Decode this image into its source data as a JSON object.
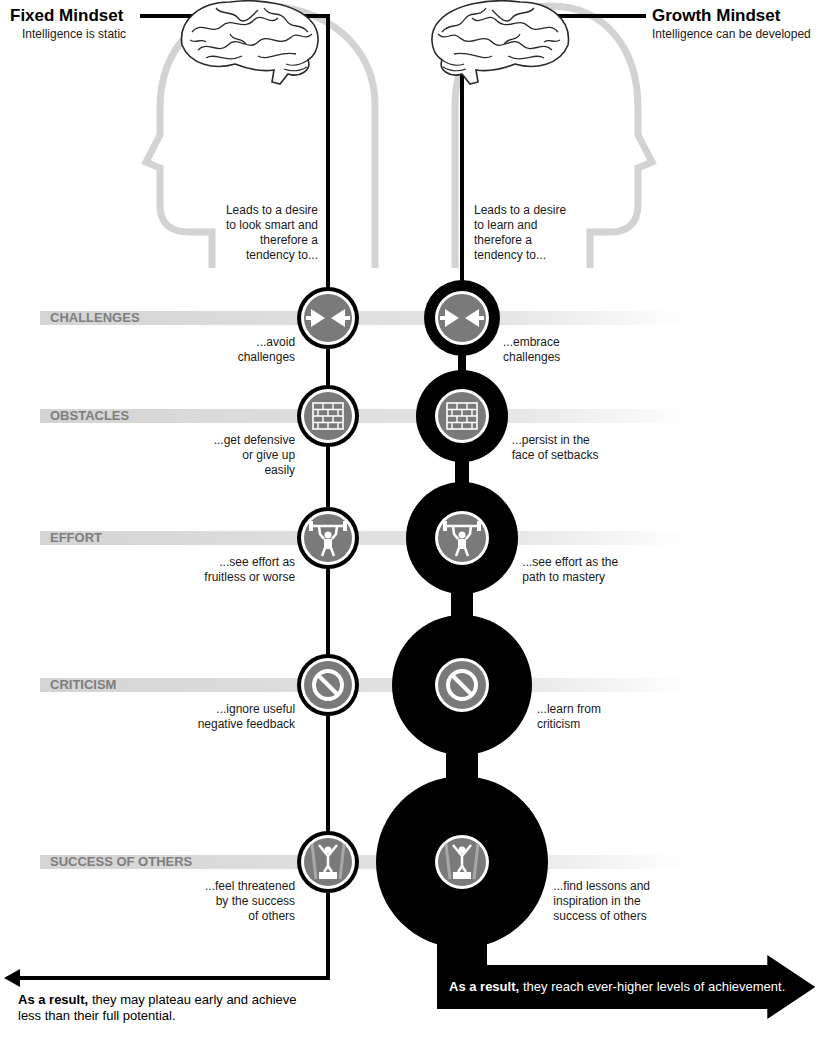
{
  "diagram": {
    "nodes": [
      {
        "text": [
          "As a result,",
          "they reach ever-higher levels of achievement."
        ]
      }
    ],
    "labels": [
      "Fixed Mindset",
      "Intelligence is static",
      "Growth Mindset",
      "Intelligence can be developed",
      "Leads to a desire to look smart and therefore a tendency to...",
      "Leads to a desire to learn and therefore a tendency to...",
      "CHALLENGES",
      "...avoid challenges",
      "...embrace challenges",
      "OBSTACLES",
      "...get defensive or give up easily",
      "...persist in the face of setbacks",
      "EFFORT",
      "...see effort as fruitless or worse",
      "...see effort as the path to mastery",
      "CRITICISM",
      "...ignore useful negative feedback",
      "...learn from criticism",
      "SUCCESS OF OTHERS",
      "...feel threatened by the success of others",
      "...find lessons and inspiration in the success of others",
      "As a result,",
      "they may plateau early and achieve less than their full potential."
    ]
  }
}
